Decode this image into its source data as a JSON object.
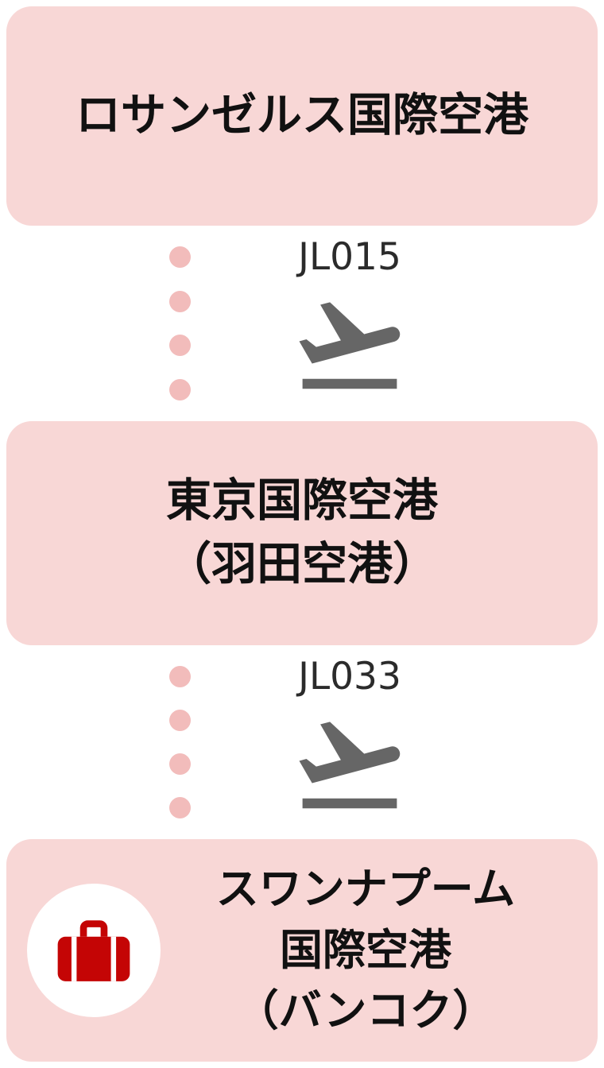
{
  "itinerary": {
    "airports": [
      {
        "role": "origin",
        "lines": [
          "ロサンゼルス国際空港"
        ]
      },
      {
        "role": "transit",
        "lines": [
          "東京国際空港",
          "（羽田空港）"
        ]
      },
      {
        "role": "destination",
        "lines": [
          "スワンナプーム",
          "国際空港",
          "（バンコク）"
        ]
      }
    ],
    "flights": [
      {
        "number": "JL015"
      },
      {
        "number": "JL033"
      }
    ],
    "icons": {
      "segment": "airplane-takeoff-icon",
      "destination_badge": "suitcase-icon"
    },
    "colors": {
      "card_pink": "#f8d7d6",
      "dot_pink": "#f2bcbb",
      "plane_gray": "#666666",
      "suitcase_red": "#c40505",
      "badge_circle_white": "#ffffff",
      "text_black": "#111111"
    }
  }
}
